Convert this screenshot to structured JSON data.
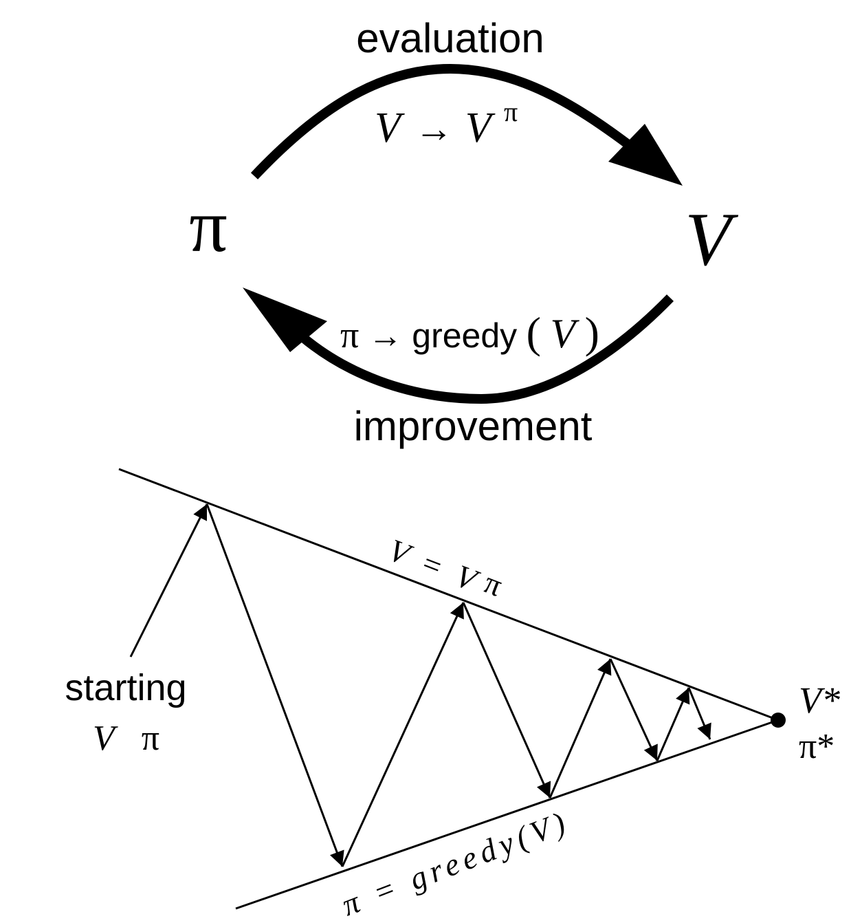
{
  "cycle": {
    "evaluation_label": "evaluation",
    "evaluation_formula": {
      "lhs": "V",
      "arrow": "→",
      "rhs": "V",
      "rhs_sup": "π"
    },
    "policy_node": "π",
    "value_node": "V",
    "improvement_formula": {
      "lhs": "π",
      "arrow": "→",
      "func": "greedy",
      "open": "(",
      "arg": "V",
      "close": ")"
    },
    "improvement_label": "improvement"
  },
  "convergence": {
    "upper_line_label": {
      "lhs": "V",
      "eq": "=",
      "rhs": "V",
      "sup": "π"
    },
    "lower_line_label": "π = greedy(V)",
    "start_label": "starting",
    "start_sub": {
      "v": "V",
      "pi": "π"
    },
    "optimal_value": "V*",
    "optimal_policy": "π*"
  },
  "colors": {
    "ink": "#000000",
    "background": "#ffffff"
  }
}
